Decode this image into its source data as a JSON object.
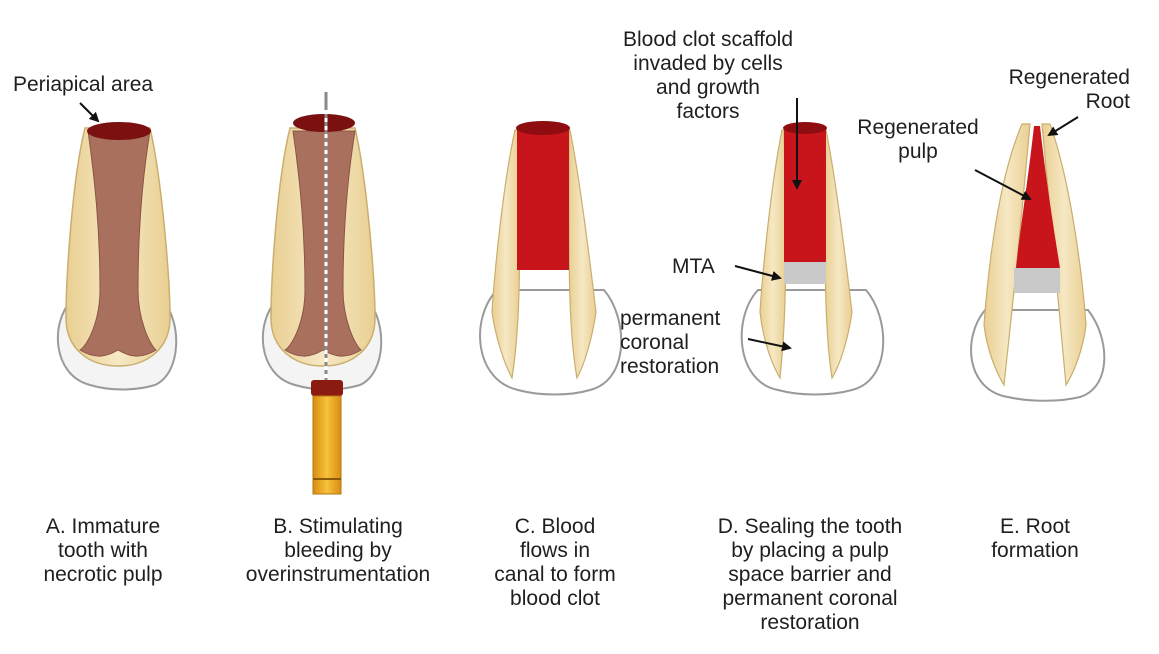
{
  "annotations": {
    "periapical": "Periapical area",
    "scaffold": "Blood clot scaffold\ninvaded by cells\nand growth\nfactors",
    "mta": "MTA",
    "restoration": "permanent\ncoronal\nrestoration",
    "regenerated_root": "Regenerated\nRoot",
    "regenerated_pulp": "Regenerated\npulp"
  },
  "stages": [
    {
      "caption": "A. Immature\ntooth with\nnecrotic pulp"
    },
    {
      "caption": "B. Stimulating\nbleeding by\noverinstrumentation"
    },
    {
      "caption": "C. Blood\nflows in\ncanal to form\nblood clot"
    },
    {
      "caption": "D. Sealing the tooth\nby placing a pulp\nspace barrier and\npermanent coronal\nrestoration"
    },
    {
      "caption": "E. Root\nformation"
    }
  ],
  "colors": {
    "dentin": "#eed9a8",
    "necrotic_pulp": "#a9705d",
    "blood_clot": "#c8151c",
    "mta": "#c9c9c9",
    "crown_outline": "#9a9a9a"
  }
}
